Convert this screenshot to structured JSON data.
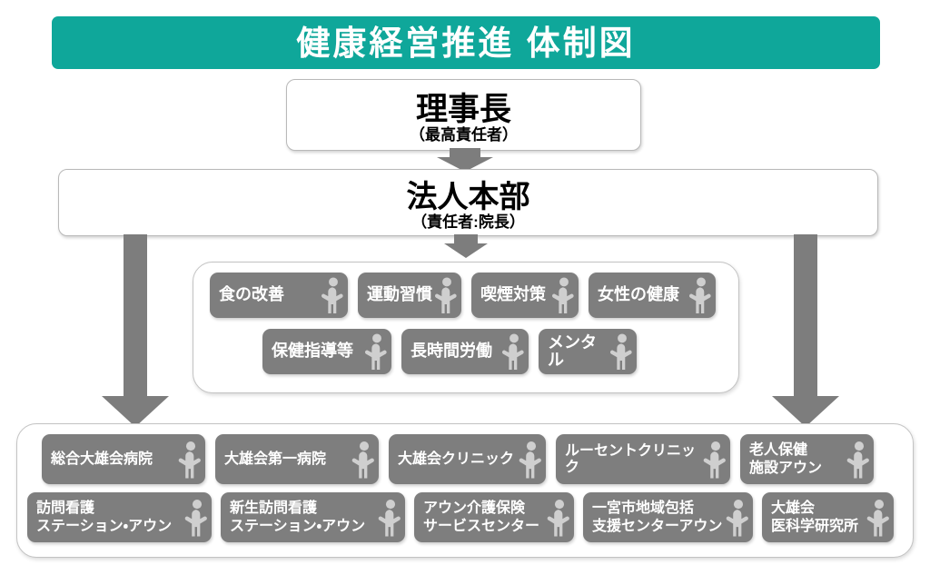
{
  "title": {
    "text": "健康経営推進 体制図",
    "background": "#0fa79a",
    "color": "#ffffff"
  },
  "colors": {
    "title_teal": "#0fa79a",
    "chip_gray": "#7e7e7e",
    "arrow_gray": "#7d7d7d",
    "panel_border": "#c3c3c3",
    "box_border": "#b9b9b9",
    "icon_gray": "#cfcfcf"
  },
  "hierarchy": {
    "level1": {
      "title": "理事長",
      "subtitle": "（最高責任者）"
    },
    "level2": {
      "title": "法人本部",
      "subtitle": "（責任者:院長）"
    }
  },
  "themes": {
    "row1": [
      {
        "label": "食の改善",
        "icon": "person-icon"
      },
      {
        "label": "運動習慣",
        "icon": "person-icon"
      },
      {
        "label": "喫煙対策",
        "icon": "person-icon"
      },
      {
        "label": "女性の健康",
        "icon": "person-icon"
      }
    ],
    "row2": [
      {
        "label": "保健指導等",
        "icon": "person-icon"
      },
      {
        "label": "長時間労働",
        "icon": "person-icon"
      },
      {
        "label": "メンタル",
        "icon": "person-icon"
      }
    ]
  },
  "organizations": {
    "row1": [
      {
        "label": "総合大雄会病院",
        "icon": "person-icon"
      },
      {
        "label": "大雄会第一病院",
        "icon": "person-icon"
      },
      {
        "label": "大雄会クリニック",
        "icon": "person-icon"
      },
      {
        "label": "ルーセントクリニック",
        "icon": "person-icon"
      },
      {
        "label": "老人保健\n施設アウン",
        "icon": "person-icon"
      }
    ],
    "row2": [
      {
        "label": "訪問看護\nステーション・アウン",
        "icon": "person-icon"
      },
      {
        "label": "新生訪問看護\nステーション・アウン",
        "icon": "person-icon"
      },
      {
        "label": "アウン介護保険\nサービスセンター",
        "icon": "person-icon"
      },
      {
        "label": "一宮市地域包括\n支援センターアウン",
        "icon": "person-icon"
      },
      {
        "label": "大雄会\n医科学研究所",
        "icon": "person-icon"
      }
    ]
  },
  "arrows": [
    {
      "name": "riji-to-honbu",
      "direction": "down"
    },
    {
      "name": "honbu-to-themes",
      "direction": "down"
    },
    {
      "name": "honbu-to-orgs-left",
      "direction": "down"
    },
    {
      "name": "honbu-to-orgs-right",
      "direction": "down"
    }
  ]
}
